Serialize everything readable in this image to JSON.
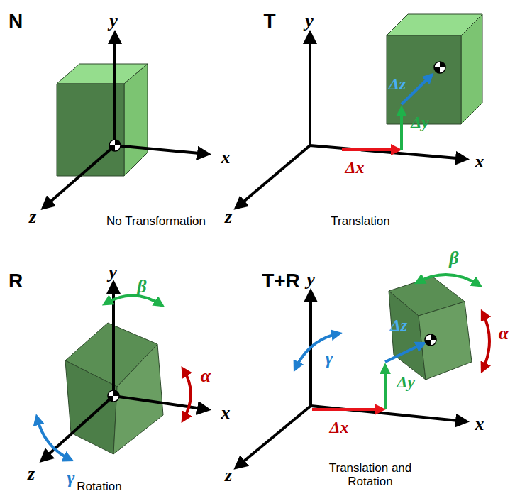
{
  "diagram": {
    "labels": [
      "N",
      "y",
      "x",
      "z",
      "No Transformation",
      "T",
      "y",
      "Δz",
      "Δy",
      "Δx",
      "x",
      "z",
      "Translation",
      "R",
      "y",
      "β",
      "α",
      "x",
      "z",
      "γ",
      "Rotation",
      "T+R",
      "β",
      "y",
      "α",
      "γ",
      "Δz",
      "Δy",
      "Δx",
      "x",
      "z",
      "Translation and Rotation"
    ]
  }
}
